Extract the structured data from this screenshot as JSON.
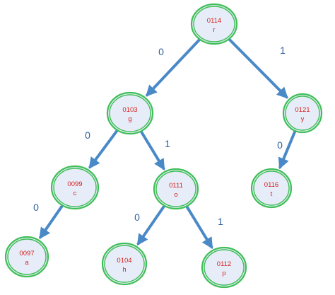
{
  "colors": {
    "edge": "#4a89c8",
    "node_border": "#3fbf57",
    "node_fill": "#e6edf8",
    "node_text": "#d91e1e",
    "edge_label": "#2f5f9c"
  },
  "nodes": [
    {
      "id": "r",
      "code": "0114",
      "char": "r"
    },
    {
      "id": "g",
      "code": "0103",
      "char": "g"
    },
    {
      "id": "y",
      "code": "0121",
      "char": "y"
    },
    {
      "id": "c",
      "code": "0099",
      "char": "c"
    },
    {
      "id": "o",
      "code": "0111",
      "char": "o"
    },
    {
      "id": "t",
      "code": "0116",
      "char": "t"
    },
    {
      "id": "a",
      "code": "0097",
      "char": "a"
    },
    {
      "id": "h",
      "code": "0104",
      "char": "h"
    },
    {
      "id": "p",
      "code": "0112",
      "char": "p"
    }
  ],
  "edges": [
    {
      "from": "r",
      "to": "g",
      "label": "0"
    },
    {
      "from": "r",
      "to": "y",
      "label": "1"
    },
    {
      "from": "g",
      "to": "c",
      "label": "0"
    },
    {
      "from": "g",
      "to": "o",
      "label": "1"
    },
    {
      "from": "y",
      "to": "t",
      "label": "0"
    },
    {
      "from": "c",
      "to": "a",
      "label": "0"
    },
    {
      "from": "o",
      "to": "h",
      "label": "0"
    },
    {
      "from": "o",
      "to": "p",
      "label": "1"
    }
  ]
}
